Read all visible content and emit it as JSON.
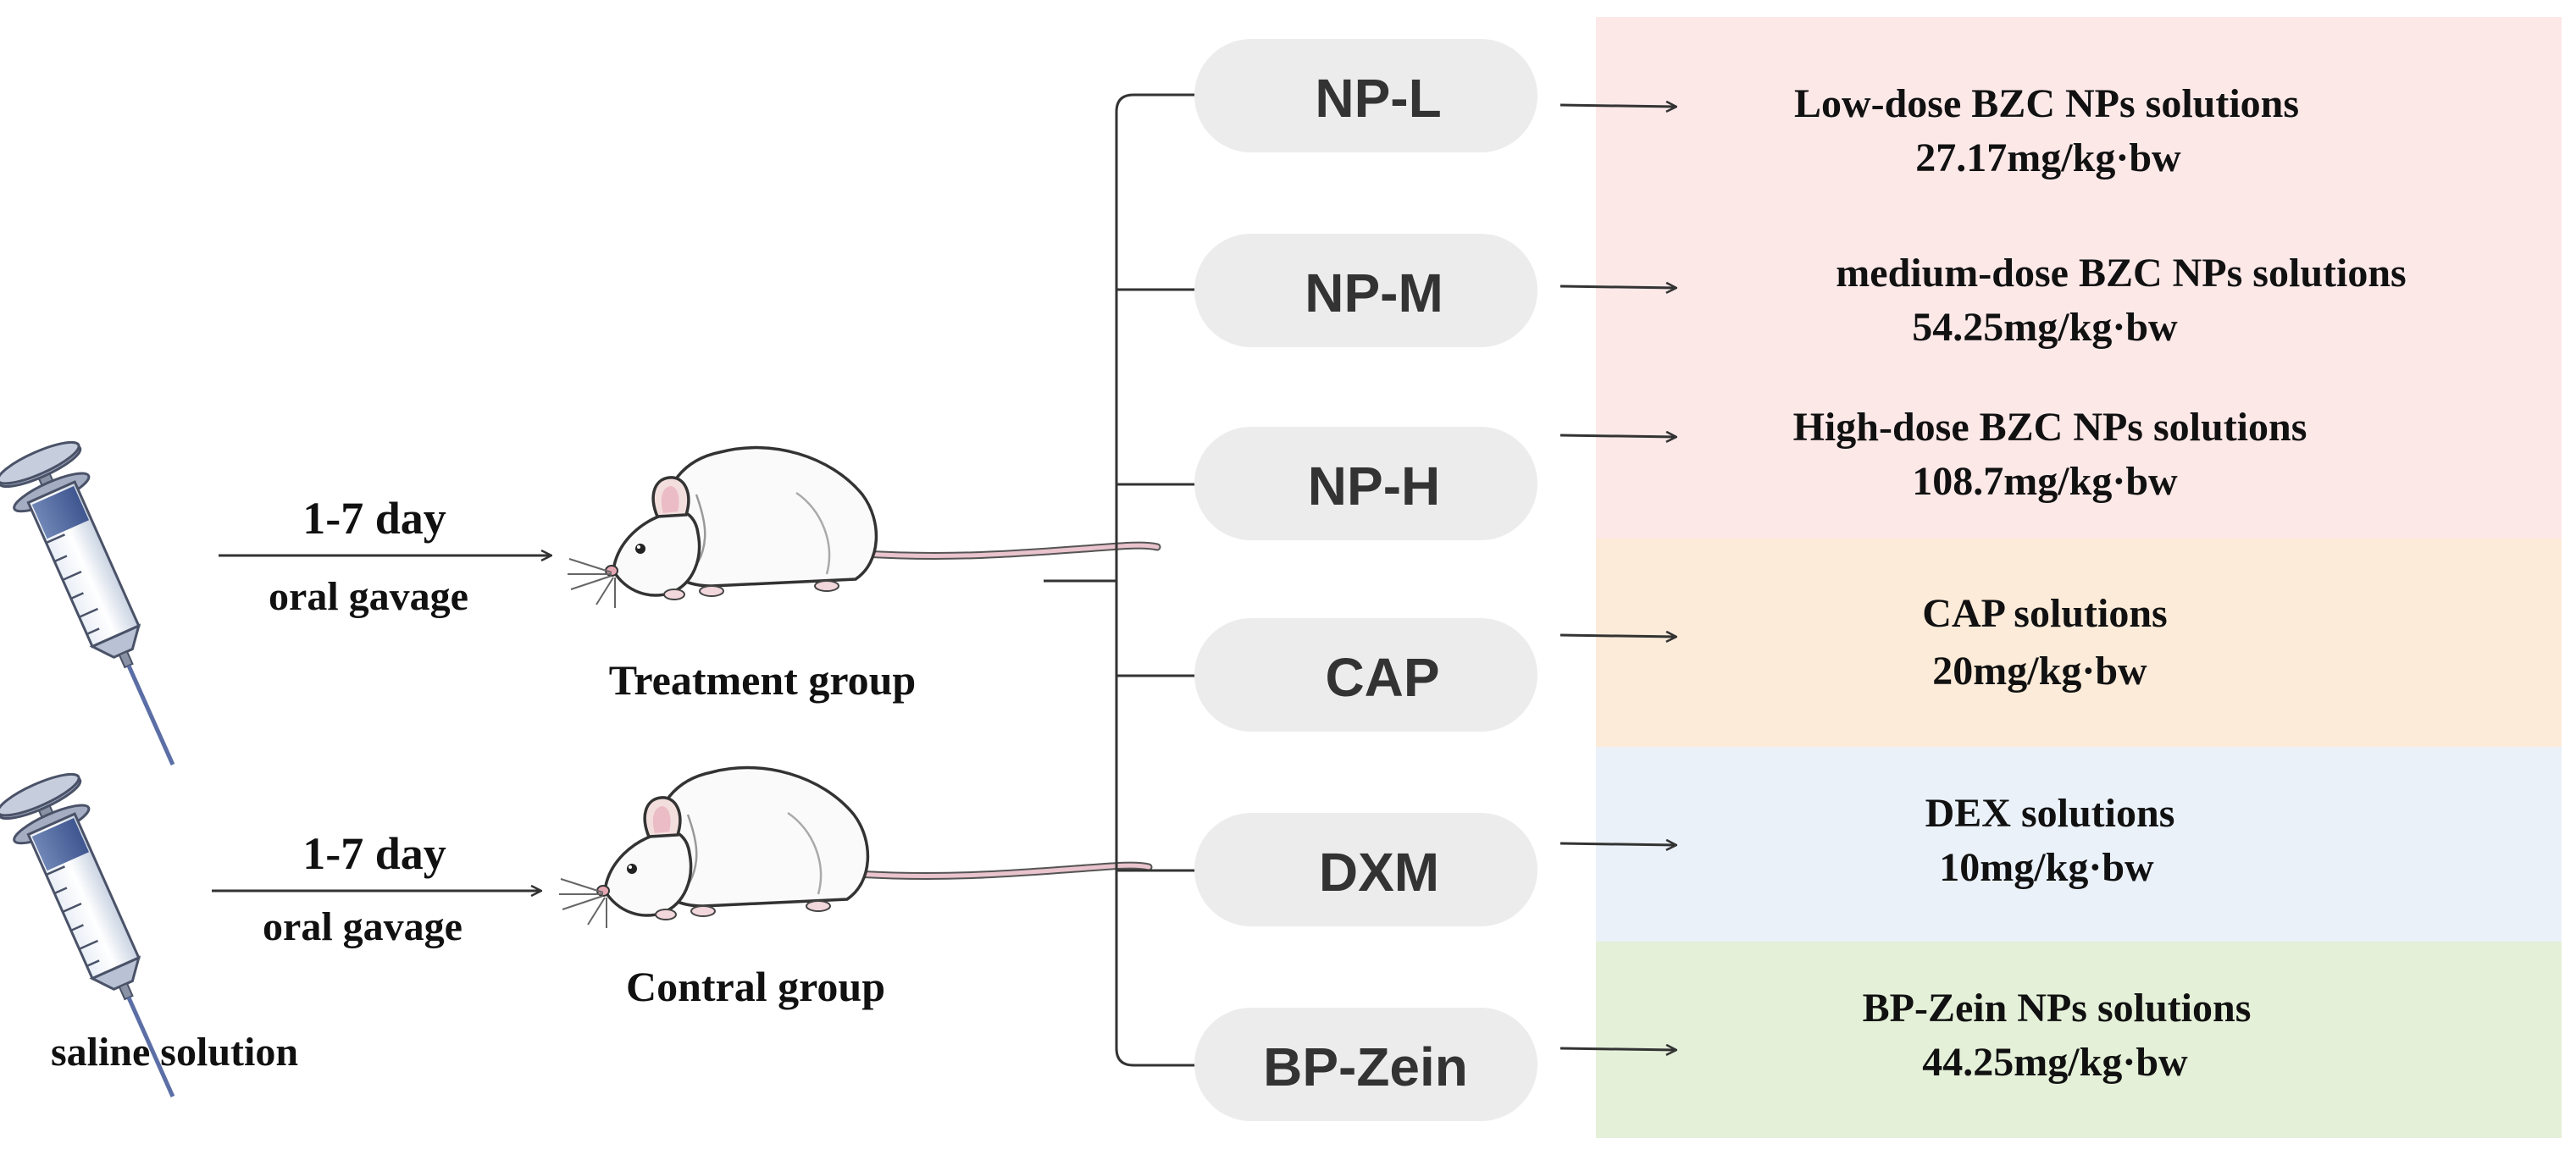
{
  "colors": {
    "pink_panel": "#fde8e8",
    "orange_panel": "#fcebd9",
    "blue_panel": "#ebf1f9",
    "green_panel": "#e4f0d8",
    "pill_fill": "#ececec",
    "line": "#333333"
  },
  "left": {
    "treatment": {
      "days": "1-7 day",
      "route": "oral gavage",
      "label": "Treatment group"
    },
    "control": {
      "days": "1-7 day",
      "route": "oral gavage",
      "label": "Contral group",
      "syringe_label": "saline solution"
    }
  },
  "groups": [
    {
      "name": "NP-L",
      "line1": "Low-dose BZC NPs  solutions",
      "line2": "27.17mg/kg·bw",
      "panel": "pink"
    },
    {
      "name": "NP-M",
      "line1": "medium-dose BZC NPs  solutions",
      "line2": "54.25mg/kg·bw",
      "panel": "pink"
    },
    {
      "name": "NP-H",
      "line1": "High-dose BZC NPs  solutions",
      "line2": "108.7mg/kg·bw",
      "panel": "pink"
    },
    {
      "name": "CAP",
      "line1": "CAP solutions",
      "line2": "20mg/kg·bw",
      "panel": "orange"
    },
    {
      "name": "DXM",
      "line1": "DEX  solutions",
      "line2": "10mg/kg·bw",
      "panel": "blue"
    },
    {
      "name": "BP-Zein",
      "line1": "BP-Zein NPs  solutions",
      "line2": "44.25mg/kg·bw",
      "panel": "green"
    }
  ]
}
